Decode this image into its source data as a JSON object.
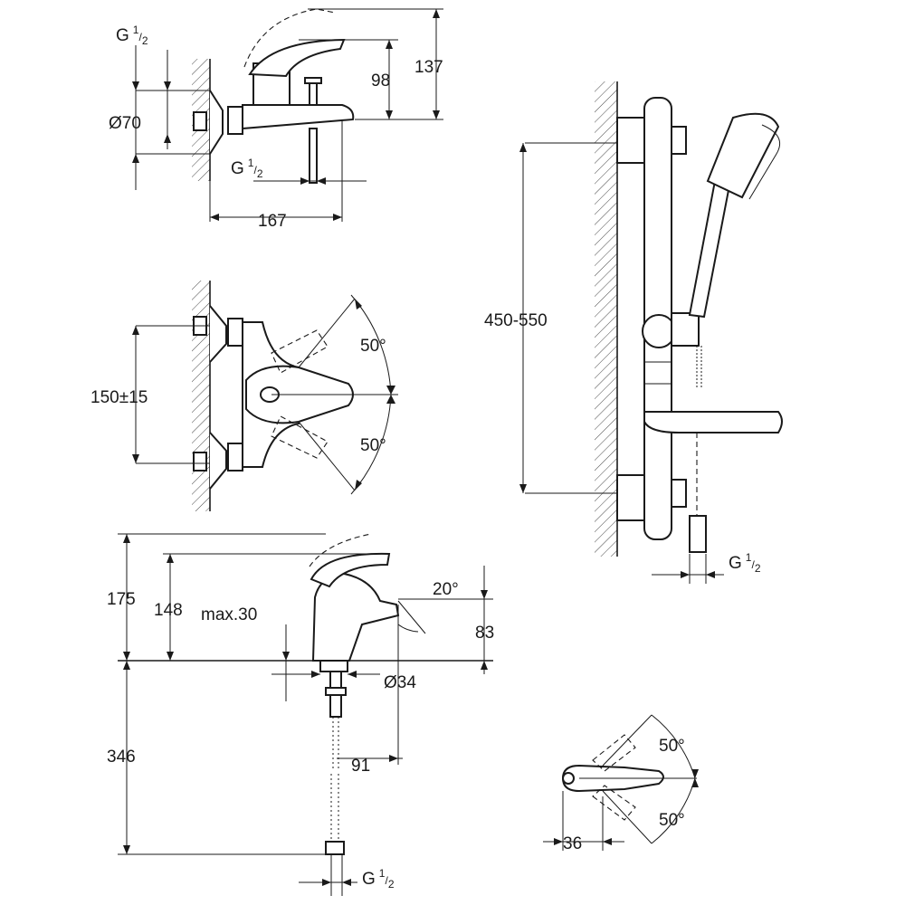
{
  "labels": {
    "g_half": "G",
    "num": "1",
    "den": "2",
    "d70": "Ø70",
    "d137": "137",
    "d98": "98",
    "d167": "167",
    "d150": "150±15",
    "ang50": "50°",
    "d450": "450-550",
    "d175": "175",
    "d148": "148",
    "max30": "max.30",
    "ang20": "20°",
    "d83": "83",
    "d34": "Ø34",
    "d346": "346",
    "d91": "91",
    "d36": "36"
  }
}
